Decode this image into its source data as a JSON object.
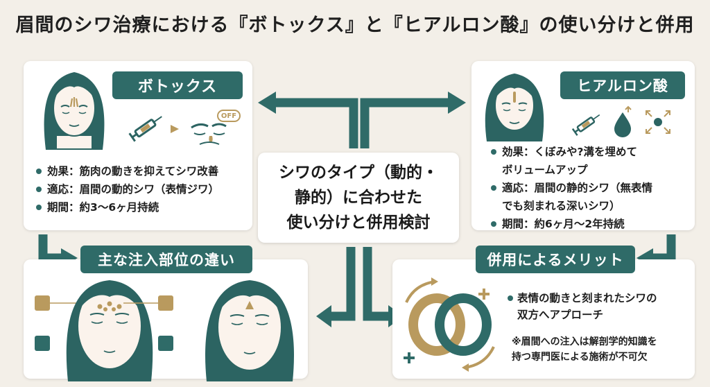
{
  "title": "眉間のシワ治療における『ボトックス』と『ヒアルロン酸』の使い分けと併用",
  "botox": {
    "label": "ボトックス",
    "off_badge": "OFF",
    "items": [
      {
        "label": "効果",
        "value": "筋肉の動きを抑えてシワ改善"
      },
      {
        "label": "適応",
        "value": "眉間の動的シワ（表情ジワ）"
      },
      {
        "label": "期間",
        "value": "約3〜6ヶ月持続"
      }
    ]
  },
  "hyaluronic": {
    "label": "ヒアルロン酸",
    "items": [
      {
        "label": "効果",
        "value": "くぼみや?溝を埋めて\nボリュームアップ"
      },
      {
        "label": "適応",
        "value": "眉間の静的シワ（無表情\nでも刻まれる深いシワ）"
      },
      {
        "label": "期間",
        "value": "約6ヶ月〜2年持続"
      }
    ]
  },
  "center": {
    "lines": [
      "シワのタイプ（動的・",
      "静的）に合わせた",
      "使い分けと併用検討"
    ]
  },
  "sites": {
    "label": "主な注入部位の違い"
  },
  "combined": {
    "label": "併用によるメリット",
    "benefit": "表情の動きと刻まれたシワの\n双方へアプローチ",
    "note": "※眉間への注入は解剖学的知識を\n持つ専門医による施術が不可欠"
  },
  "colors": {
    "teal": "#2f6b68",
    "gold": "#b99a5e",
    "background": "#f3efe8",
    "skin": "#fbf3ec",
    "hair": "#2c6462"
  }
}
